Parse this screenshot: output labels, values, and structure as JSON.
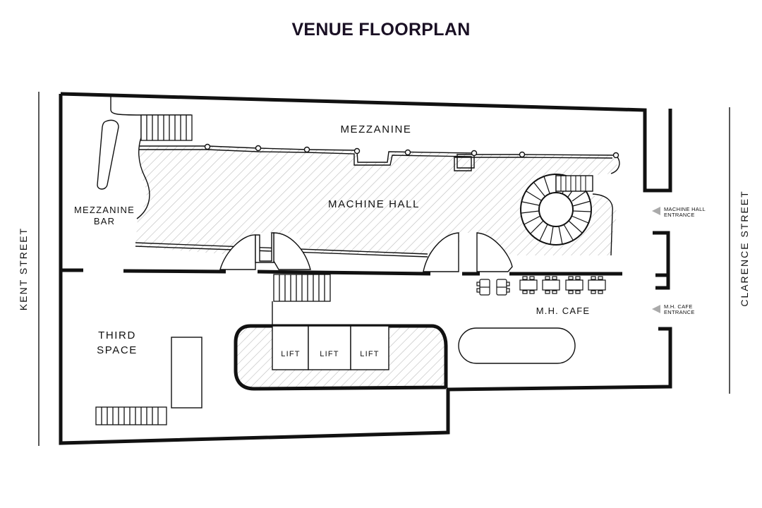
{
  "title": "VENUE FLOORPLAN",
  "streets": {
    "left": "KENT STREET",
    "right": "CLARENCE STREET"
  },
  "rooms": {
    "mezzanine": "MEZZANINE",
    "machine_hall": "MACHINE HALL",
    "mezzanine_bar_line1": "MEZZANINE",
    "mezzanine_bar_line2": "BAR",
    "third_space_line1": "THIRD",
    "third_space_line2": "SPACE",
    "mh_cafe": "M.H. CAFE",
    "lift_1": "LIFT",
    "lift_2": "LIFT",
    "lift_3": "LIFT"
  },
  "entrances": {
    "machine_hall_line1": "MACHINE HALL",
    "machine_hall_line2": "ENTRANCE",
    "mh_cafe_line1": "M.H. CAFE",
    "mh_cafe_line2": "ENTRANCE"
  },
  "colors": {
    "title": "#1a1024",
    "walls": "#111111",
    "hatch": "#bdbdbd",
    "background": "#ffffff"
  }
}
